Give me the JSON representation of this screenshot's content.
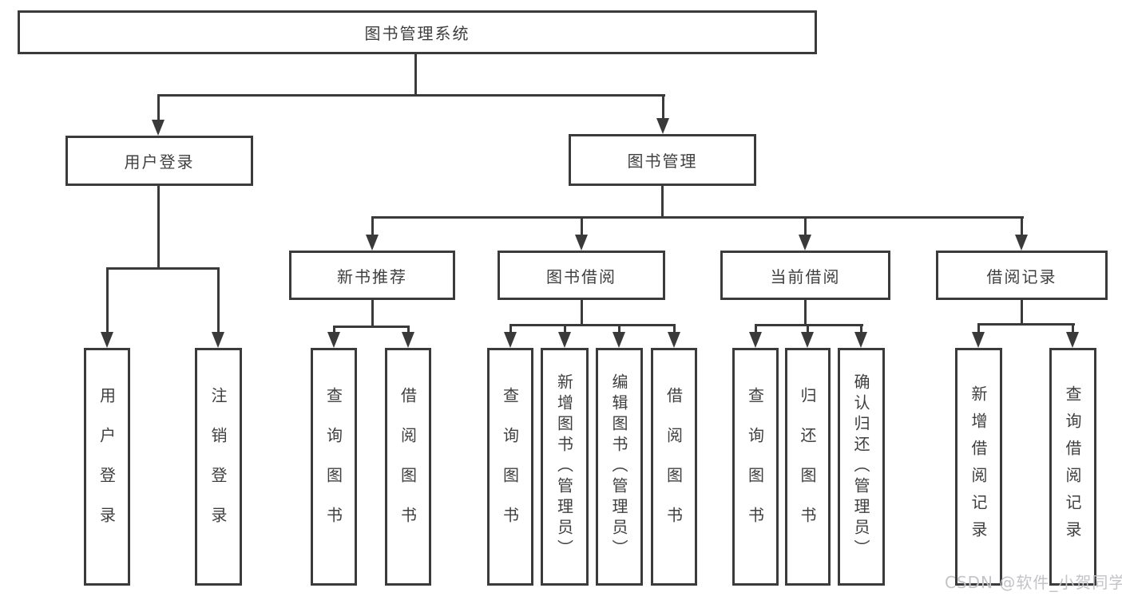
{
  "root": "图书管理系统",
  "branches": {
    "user_login": "用户登录",
    "book_management": "图书管理"
  },
  "modules": {
    "new_book_recommend": "新书推荐",
    "book_borrow": "图书借阅",
    "current_borrow": "当前借阅",
    "borrow_records": "借阅记录"
  },
  "leaves": {
    "user_login": [
      "用户登录",
      "注销登录"
    ],
    "new_book_recommend": [
      "查询图书",
      "借阅图书"
    ],
    "book_borrow": [
      "查询图书",
      "新增图书（管理员）",
      "编辑图书（管理员）",
      "借阅图书"
    ],
    "current_borrow": [
      "查询图书",
      "归还图书",
      "确认归还（管理员）"
    ],
    "borrow_records": [
      "新增借阅记录",
      "查询借阅记录"
    ]
  },
  "watermark": "CSDN @软件_小贺同学",
  "colors": {
    "line": "#3a3a3a",
    "border": "#3b3b3b",
    "text": "#3f3f3f",
    "watermark": "#c3c3c8",
    "background": "#ffffff"
  }
}
